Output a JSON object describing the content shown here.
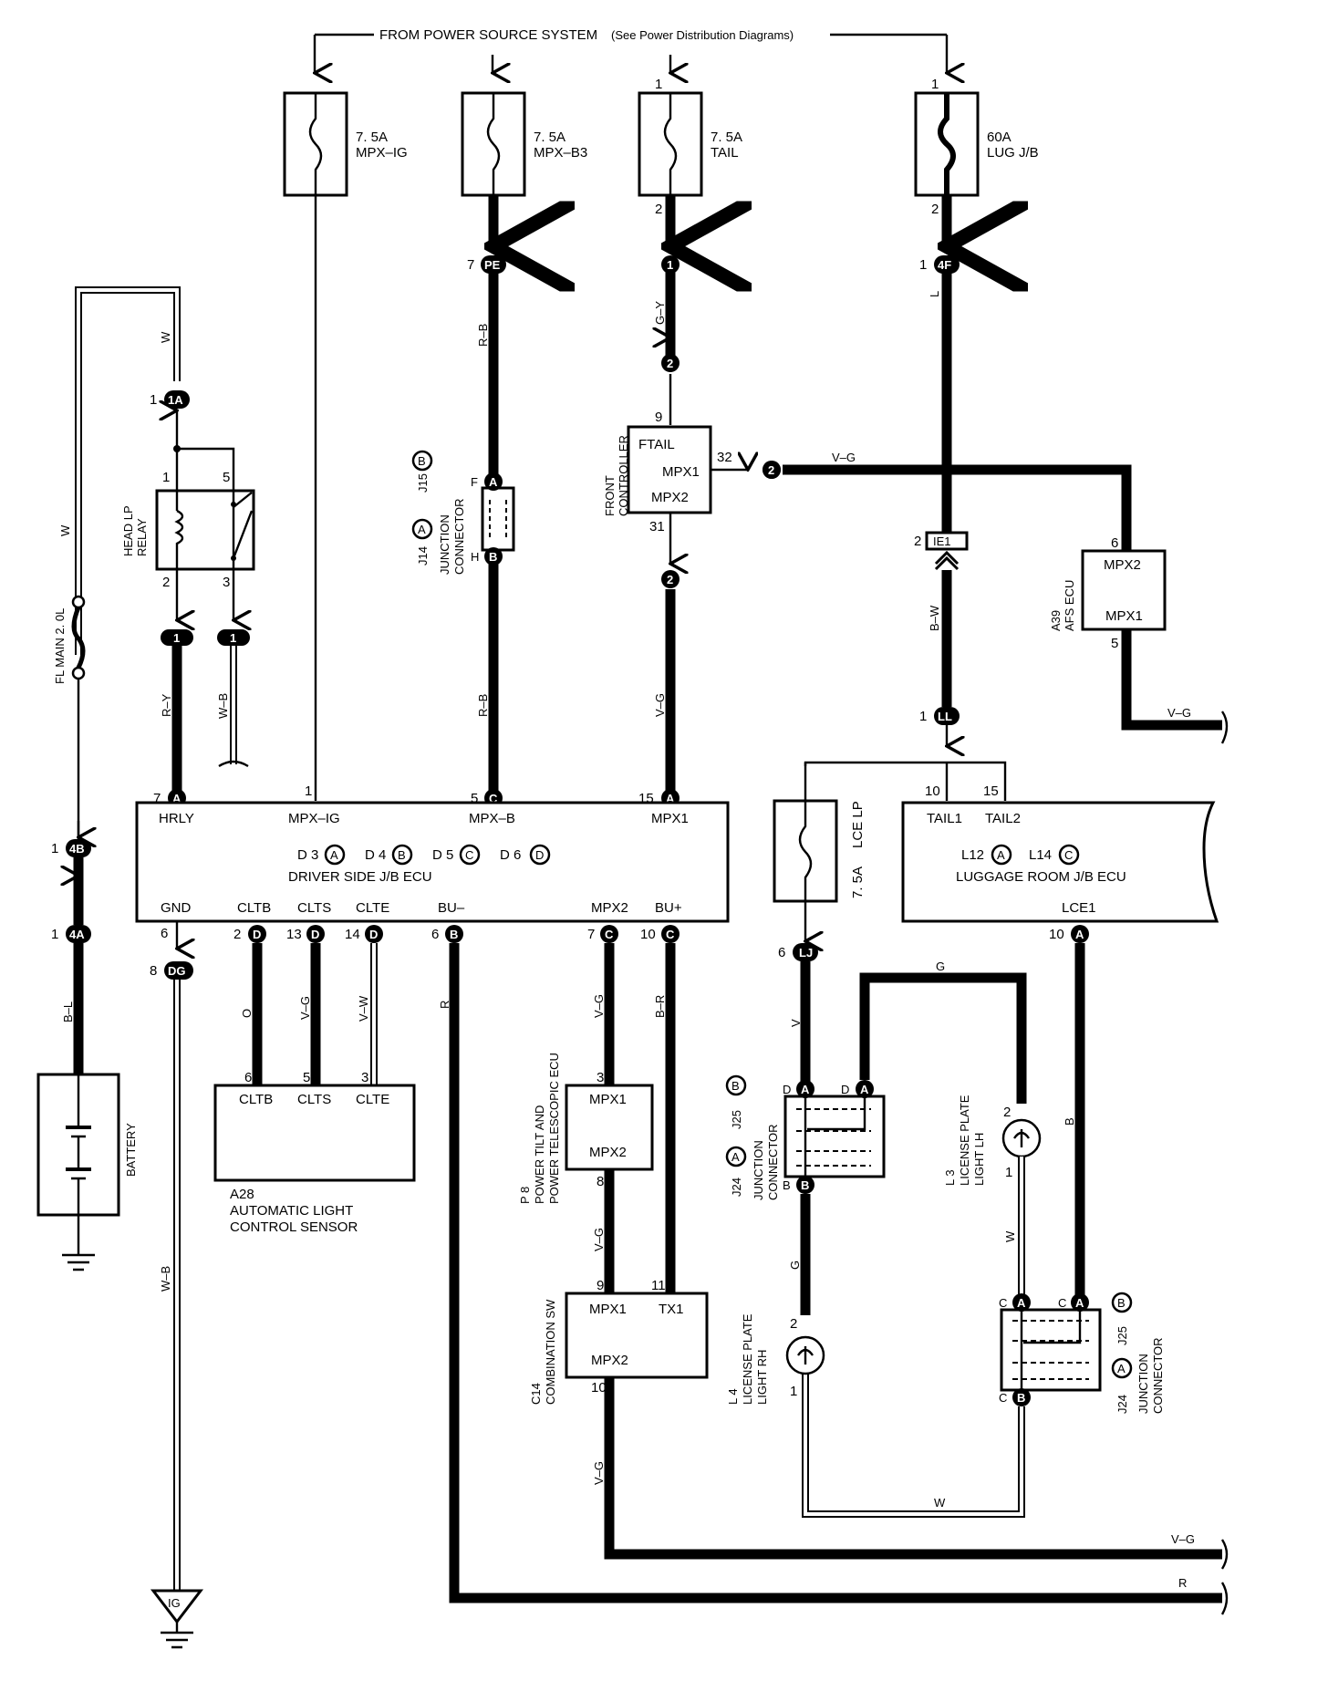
{
  "header": {
    "source": "FROM POWER SOURCE SYSTEM",
    "see": "(See Power Distribution Diagrams)"
  },
  "fuses": [
    {
      "rating": "7. 5A",
      "name": "MPX–IG"
    },
    {
      "rating": "7. 5A",
      "name": "MPX–B3"
    },
    {
      "rating": "7. 5A",
      "name": "TAIL"
    },
    {
      "rating": "60A",
      "name": "LUG J/B"
    },
    {
      "rating": "7. 5A",
      "name": "LCE LP"
    },
    {
      "rating": "",
      "name": "FL MAIN 2. 0L"
    }
  ],
  "wire_colors": {
    "w": "W",
    "ry": "R–Y",
    "wb": "W–B",
    "rb": "R–B",
    "gy": "G–Y",
    "vg": "V–G",
    "l": "L",
    "bw": "B–W",
    "bl": "B–L",
    "o": "O",
    "vw": "V–W",
    "r": "R",
    "br": "B–R",
    "v": "V",
    "g": "G",
    "b": "B"
  },
  "connectors": {
    "pe": "PE",
    "a": "A",
    "b": "B",
    "c": "C",
    "d": "D",
    "four_f": "4F",
    "ie1": "IE1",
    "ll": "LL",
    "one_a": "1A",
    "four_b": "4B",
    "four_a": "4A",
    "dg": "DG",
    "lj": "LJ",
    "ig": "IG"
  },
  "pins": {
    "p1": "1",
    "p2": "2",
    "p3": "3",
    "p5": "5",
    "p6": "6",
    "p7": "7",
    "p8": "8",
    "p9": "9",
    "p10": "10",
    "p11": "11",
    "p13": "13",
    "p14": "14",
    "p15": "15",
    "p31": "31",
    "p32": "32",
    "f": "F",
    "h": "H",
    "d": "D",
    "c": "C",
    "b": "B"
  },
  "components": {
    "head_lp_relay": {
      "line1": "HEAD LP",
      "line2": "RELAY"
    },
    "junction_j14_j15": {
      "id_a": "J14",
      "id_b": "J15",
      "line1": "JUNCTION",
      "line2": "CONNECTOR"
    },
    "front_controller": {
      "line1": "FRONT",
      "line2": "CONTROLLER",
      "ftail": "FTAIL",
      "mpx1": "MPX1",
      "mpx2": "MPX2"
    },
    "afs_ecu": {
      "id": "A39",
      "name": "AFS ECU",
      "mpx2": "MPX2",
      "mpx1": "MPX1"
    },
    "driver_jb": {
      "hrly": "HRLY",
      "mpx_ig": "MPX–IG",
      "mpx_b": "MPX–B",
      "mpx1": "MPX1",
      "ids": [
        "D 3",
        "D 4",
        "D 5",
        "D 6"
      ],
      "name": "DRIVER SIDE J/B ECU",
      "gnd": "GND",
      "cltb": "CLTB",
      "clts": "CLTS",
      "clte": "CLTE",
      "bu_minus": "BU–",
      "mpx2": "MPX2",
      "bu_plus": "BU+"
    },
    "luggage_jb": {
      "tail1": "TAIL1",
      "tail2": "TAIL2",
      "id_a": "L12",
      "id_b": "L14",
      "name": "LUGGAGE ROOM J/B ECU",
      "lce1": "LCE1"
    },
    "light_sensor": {
      "cltb": "CLTB",
      "clts": "CLTS",
      "clte": "CLTE",
      "id": "A28",
      "line1": "AUTOMATIC LIGHT",
      "line2": "CONTROL SENSOR"
    },
    "battery": {
      "name": "BATTERY"
    },
    "tilt_ecu": {
      "id": "P 8",
      "line1": "POWER TILT AND",
      "line2": "POWER TELESCOPIC ECU",
      "mpx1": "MPX1",
      "mpx2": "MPX2"
    },
    "combination_sw": {
      "id": "C14",
      "name": "COMBINATION SW",
      "mpx1": "MPX1",
      "tx1": "TX1",
      "mpx2": "MPX2"
    },
    "junction_j24_j25_top": {
      "id_a": "J24",
      "id_b": "J25",
      "line1": "JUNCTION",
      "line2": "CONNECTOR"
    },
    "junction_j24_j25_bot": {
      "id_a": "J24",
      "id_b": "J25",
      "line1": "JUNCTION",
      "line2": "CONNECTOR"
    },
    "license_lh": {
      "id": "L 3",
      "line1": "LICENSE PLATE",
      "line2": "LIGHT LH"
    },
    "license_rh": {
      "id": "L 4",
      "line1": "LICENSE PLATE",
      "line2": "LIGHT RH"
    }
  }
}
